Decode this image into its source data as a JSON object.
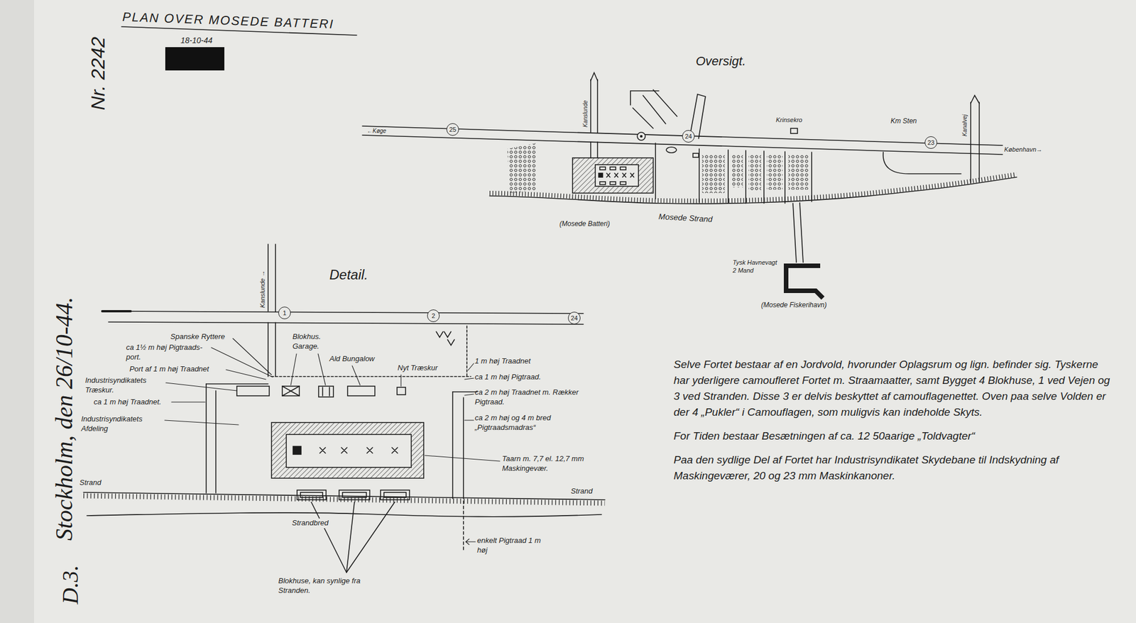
{
  "diagram": {
    "title": "PLAN OVER MOSEDE BATTERI",
    "nodes": [
      {
        "text": [
          "25"
        ]
      },
      {
        "text": [
          "24"
        ]
      },
      {
        "text": [
          "23"
        ]
      },
      {
        "text": [
          "1"
        ]
      },
      {
        "text": [
          "2"
        ]
      },
      {
        "text": [
          "24"
        ]
      }
    ],
    "labels": [
      "18-10-44",
      "Nr. 2242",
      "Stockholm, den 26/10-44.",
      "D.3.",
      "Oversigt.",
      "←Køge",
      "København→",
      "Kanslunde",
      "Krinsekro",
      "Km Sten",
      "Kanalvej",
      "(Mosede Batteri)",
      "Mosede Strand",
      "Tysk Havnevagt 2 Mand",
      "(Mosede Fiskerihavn)",
      "Detail.",
      "Kanslunde →",
      "Spanske Ryttere",
      "ca 1½ m høj Pigtraads-port.",
      "Port af 1 m høj Traadnet",
      "Industrisyndikatets Træskur.",
      "ca 1 m høj Traadnet.",
      "Industrisyndikatets Afdeling",
      "Blokhus. Garage.",
      "Ald Bungalow",
      "Nyt Træskur",
      "1 m høj Traadnet",
      "ca 1 m høj Pigtraad.",
      "ca 2 m høj Traadnet m. Rækker Pigtraad.",
      "ca 2 m høj og 4 m bred „Pigtraadsmadras“",
      "Taarn m. 7,7 el. 12,7 mm Maskingevær.",
      "Strand",
      "Strand",
      "Strandbred",
      "enkelt Pigtraad 1 m høj",
      "Blokhuse, kan synlige fra Stranden.",
      "Selve Fortet bestaar af en Jordvold, hvorunder Oplagsrum og lign. befinder sig. Tyskerne har yderligere camoufleret Fortet m. Straamaatter, samt Bygget 4 Blokhuse, 1 ved Vejen og 3 ved Stranden. Disse 3 er delvis beskyttet af camouflagenettet. Oven paa selve Volden er der 4 „Pukler“ i Camouflagen, som muligvis kan indeholde Skyts.",
      "For Tiden bestaar Besætningen af ca. 12 50aarige „Toldvagter“",
      "Paa den sydlige Del af Fortet har Industrisyndikatet Skydebane til Indskydning af Maskingeværer, 20 og 23 mm Maskinkanoner."
    ]
  }
}
